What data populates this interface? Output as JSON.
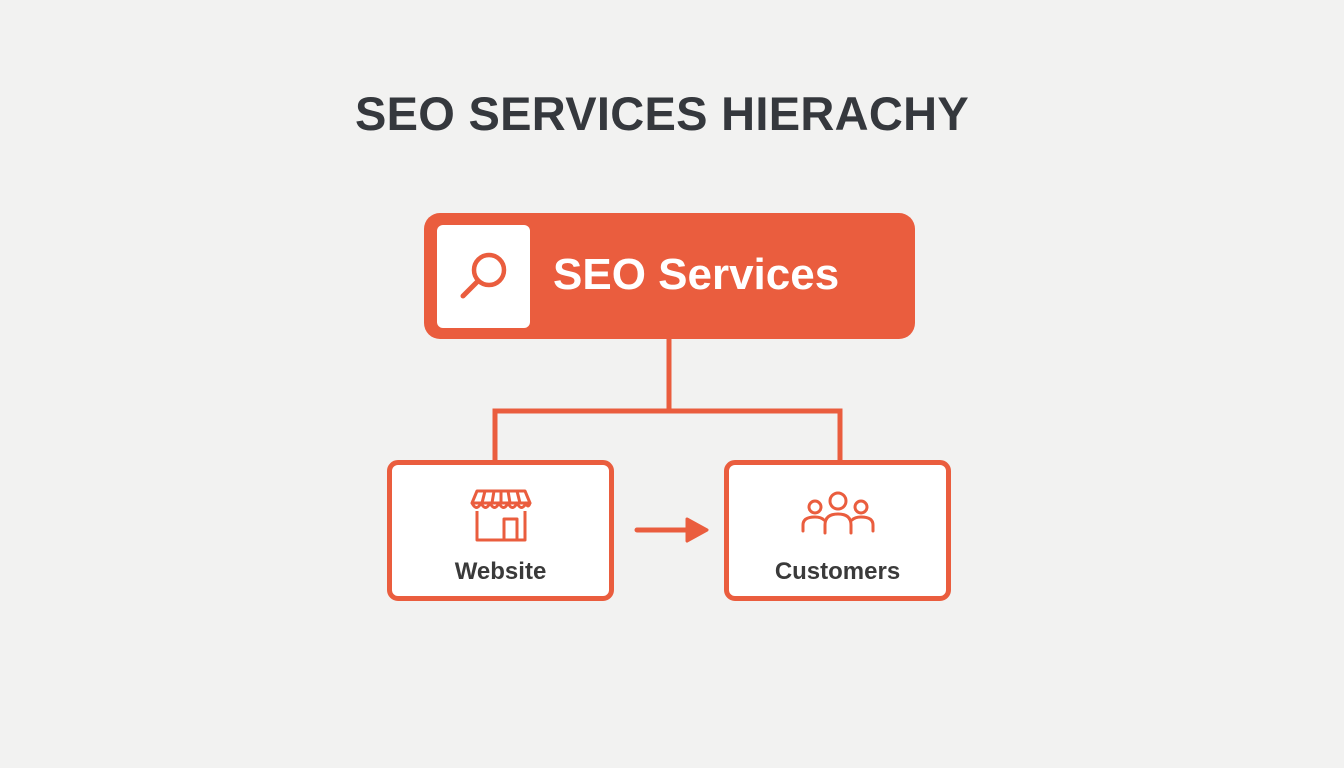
{
  "title": "SEO SERVICES HIERACHY",
  "colors": {
    "accent": "#ea5d3e",
    "title_text": "#35383d",
    "label_text": "#3a3a3a",
    "background": "#f2f2f1"
  },
  "root": {
    "label": "SEO Services",
    "icon": "magnifier-icon"
  },
  "children": [
    {
      "label": "Website",
      "icon": "storefront-icon"
    },
    {
      "label": "Customers",
      "icon": "people-group-icon"
    }
  ],
  "flow": {
    "from": "Website",
    "to": "Customers",
    "icon": "arrow-right-icon"
  }
}
